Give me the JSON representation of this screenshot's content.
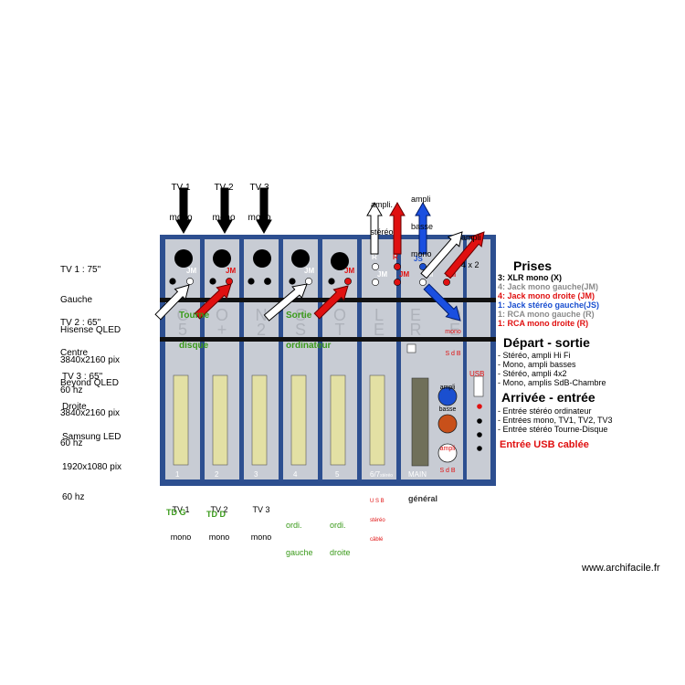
{
  "colors": {
    "console_frame": "#2d4f90",
    "strip_bg": "#c8ccd4",
    "fader_slot": "#e3e0a4",
    "main_fader": "#70705a",
    "arrow_black": "#000000",
    "arrow_red": "#e01010",
    "arrow_blue": "#1a4fe0",
    "arrow_white": "#ffffff",
    "knob_blue": "#1a4fd0",
    "knob_orange": "#c8501a",
    "green_text": "#3a9a1a",
    "red_text": "#e01010",
    "blue_text": "#1a4fd0",
    "grey_text": "#8a8a8a"
  },
  "tv_specs": {
    "tv1": [
      "TV 1 : 75\"",
      "Gauche",
      "Hisense QLED",
      "3840x2160 pix",
      "60 hz"
    ],
    "tv2": [
      "TV 2 : 65\"",
      "Centre",
      "Beyond QLED",
      "3840x2160 pix",
      "60 hz"
    ],
    "tv3": [
      "TV 3 : 65\"",
      "Droite",
      "Samsung LED",
      "1920x1080 pix",
      "60 hz"
    ]
  },
  "top_inputs": [
    {
      "line1": "TV 1",
      "line2": "mono"
    },
    {
      "line1": "TV 2",
      "line2": "mono"
    },
    {
      "line1": "TV 3",
      "line2": "mono"
    }
  ],
  "top_outputs": {
    "ampli_stereo": [
      "ampli.",
      "stéréo"
    ],
    "ampli_basse": [
      "ampli",
      "basse",
      "mono"
    ],
    "ampli_4x2": [
      "ampli",
      "4 x 2"
    ]
  },
  "jack_labels": {
    "jm": "JM",
    "js": "JS",
    "r": "R"
  },
  "strip_numbers": [
    "1",
    "2",
    "3",
    "4",
    "5",
    "6/7",
    "MAIN"
  ],
  "strip_6_7_suffix": "stéréo",
  "usb_label": "USB",
  "knob_labels": {
    "mono_sdb": [
      "mono",
      "S d B"
    ],
    "ampli_basse": [
      "ampli",
      "basse"
    ],
    "ampli_sdb": [
      "ampli",
      "S d B"
    ]
  },
  "ghost_letters": [
    "C",
    "O",
    "N",
    "S",
    "O",
    "L",
    "E",
    "O",
    "5",
    "+",
    "2",
    "S",
    "T",
    "E",
    "R",
    "E",
    "O"
  ],
  "overlay_labels": {
    "tourne_disque": [
      "Tourne",
      "disque"
    ],
    "sortie_ordinateur": [
      "Sortie",
      "ordinateur"
    ]
  },
  "bottom_labels": [
    {
      "lines": [
        "TV 1",
        "mono"
      ],
      "sub": "TD G"
    },
    {
      "lines": [
        "TV 2",
        "mono"
      ],
      "sub": "TD D"
    },
    {
      "lines": [
        "TV 3",
        "mono"
      ],
      "sub": ""
    },
    {
      "lines": [
        "ordi.",
        "gauche"
      ],
      "sub": ""
    },
    {
      "lines": [
        "ordi.",
        "droite"
      ],
      "sub": ""
    }
  ],
  "usb_bottom": [
    "U S B",
    "stéréo",
    "câblé"
  ],
  "general_label": "général",
  "prises": {
    "title": "Prises",
    "items": [
      {
        "text": "3: XLR mono (X)",
        "color": "#000000"
      },
      {
        "text": "4: Jack mono gauche(JM)",
        "color": "#8a8a8a"
      },
      {
        "text": "4: Jack mono droite (JM)",
        "color": "#e01010"
      },
      {
        "text": "1: Jack stéréo gauche(JS)",
        "color": "#1a4fd0"
      },
      {
        "text": "1: RCA mono gauche (R)",
        "color": "#8a8a8a"
      },
      {
        "text": "1: RCA mono droite (R)",
        "color": "#e01010"
      }
    ]
  },
  "depart": {
    "title": "Départ - sortie",
    "items": [
      "- Stéréo, ampli Hi Fi",
      "- Mono, ampli basses",
      "- Stéréo, ampli 4x2",
      "- Mono, amplis SdB-Chambre"
    ]
  },
  "arrivee": {
    "title": "Arrivée - entrée",
    "items": [
      "- Entrée stéréo ordinateur",
      "- Entrées mono, TV1, TV2, TV3",
      "- Entrée stéréo Tourne-Disque"
    ]
  },
  "usb_entry": "Entrée USB cablée",
  "watermark": "www.archifacile.fr"
}
